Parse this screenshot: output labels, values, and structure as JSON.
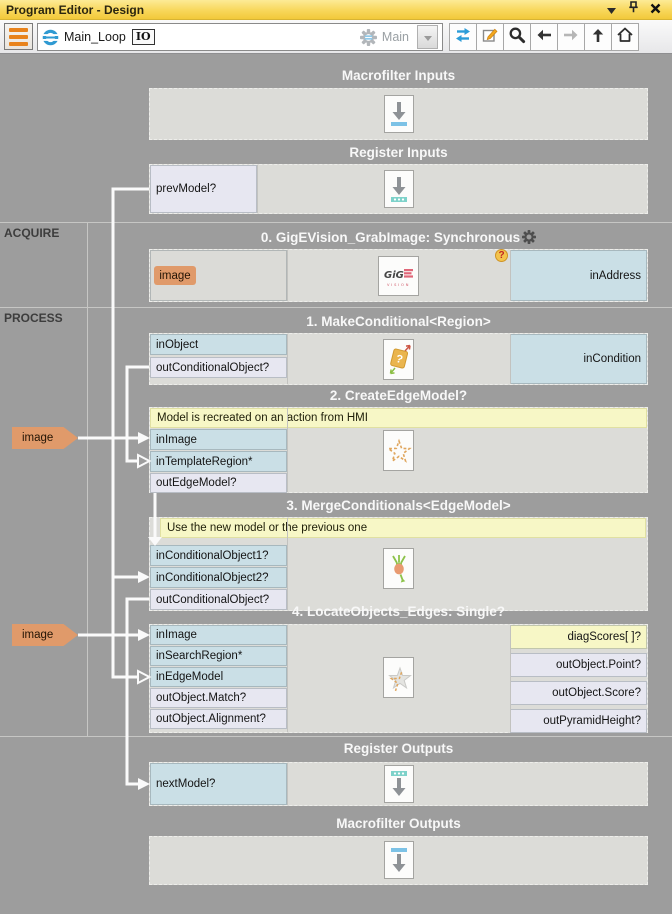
{
  "window": {
    "title": "Program Editor - Design",
    "control_icons": [
      "dropdown",
      "pin",
      "close"
    ]
  },
  "toolbar": {
    "macrofilter_name": "Main_Loop",
    "io_badge": "IO",
    "variant_label": "Main",
    "icons": [
      "macrofilter-list",
      "task-loop",
      "variant-gear",
      "variant-dropdown",
      "swap-arrows",
      "edit",
      "search",
      "back",
      "forward",
      "up",
      "home"
    ],
    "forward_enabled": false,
    "variant_enabled": false
  },
  "canvas": {
    "sections": [
      {
        "label": "ACQUIRE"
      },
      {
        "label": "PROCESS"
      }
    ],
    "blocks": [
      {
        "id": "macrofilter-inputs",
        "header": "Macrofilter Inputs",
        "icon": "macro-input"
      },
      {
        "id": "register-inputs",
        "header": "Register Inputs",
        "icon": "register-input",
        "left_ports": [
          {
            "label": "prevModel?",
            "style": "lavender"
          }
        ]
      },
      {
        "id": "gigevision-grabimage",
        "header": "0. GigEVision_GrabImage: Synchronous",
        "header_icon": "gear",
        "icon": "gige",
        "chip_label": "image",
        "badge": "?",
        "right_ports": [
          {
            "label": "inAddress",
            "style": "blue"
          }
        ]
      },
      {
        "id": "make-conditional",
        "header": "1. MakeConditional<Region>",
        "icon": "make-conditional",
        "left_ports": [
          {
            "label": "inObject",
            "style": "blue"
          },
          {
            "label": "outConditionalObject?",
            "style": "lavender"
          }
        ],
        "right_ports": [
          {
            "label": "inCondition",
            "style": "blue"
          }
        ]
      },
      {
        "id": "create-edge-model",
        "header": "2. CreateEdgeModel?",
        "comment": "Model is recreated on an action from HMI",
        "icon": "create-edge-model",
        "left_ports": [
          {
            "label": "inImage",
            "style": "blue"
          },
          {
            "label": "inTemplateRegion*",
            "style": "blue"
          },
          {
            "label": "outEdgeModel?",
            "style": "lavender"
          }
        ]
      },
      {
        "id": "merge-conditionals",
        "header": "3. MergeConditionals<EdgeModel>",
        "comment": "Use the new model or the previous one",
        "icon": "merge-conditionals",
        "left_ports": [
          {
            "label": "inConditionalObject1?",
            "style": "blue"
          },
          {
            "label": "inConditionalObject2?",
            "style": "blue"
          },
          {
            "label": "outConditionalObject?",
            "style": "lavender"
          }
        ]
      },
      {
        "id": "locate-objects-edges",
        "header": "4. LocateObjects_Edges: Single?",
        "icon": "locate-objects",
        "left_ports": [
          {
            "label": "inImage",
            "style": "blue"
          },
          {
            "label": "inSearchRegion*",
            "style": "blue"
          },
          {
            "label": "inEdgeModel",
            "style": "blue"
          },
          {
            "label": "outObject.Match?",
            "style": "lavender"
          },
          {
            "label": "outObject.Alignment?",
            "style": "lavender"
          }
        ],
        "right_ports": [
          {
            "label": "diagScores[ ]?",
            "style": "yellow"
          },
          {
            "label": "outObject.Point?",
            "style": "lavender"
          },
          {
            "label": "outObject.Score?",
            "style": "lavender"
          },
          {
            "label": "outPyramidHeight?",
            "style": "lavender"
          }
        ]
      },
      {
        "id": "register-outputs",
        "header": "Register Outputs",
        "icon": "register-output",
        "left_ports": [
          {
            "label": "nextModel?",
            "style": "blue"
          }
        ]
      },
      {
        "id": "macrofilter-outputs",
        "header": "Macrofilter Outputs",
        "icon": "macro-output"
      }
    ],
    "wire_labels": [
      {
        "label": "image"
      },
      {
        "label": "image"
      }
    ]
  },
  "colors": {
    "titlebar_yellow": "#f7d64f",
    "accent_blue": "#2f9ad2",
    "canvas_gray": "#9d9d9d",
    "block_gray": "#dcdcd8",
    "port_blue": "#cadfe6",
    "port_lavender": "#e7e7f1",
    "comment_yellow": "#f7f7c6",
    "wire_white": "#fafafa",
    "image_label_orange": "#e09a6a",
    "hamburger_orange": "#e8831c"
  }
}
